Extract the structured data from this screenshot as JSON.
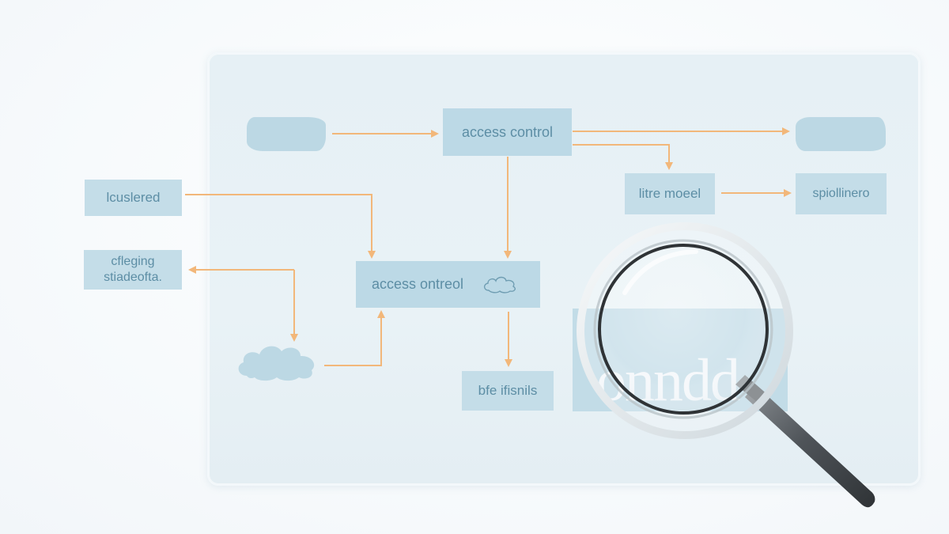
{
  "diagram": {
    "top_access_control": "access control",
    "center_access_control": "access ontreol",
    "left_node_1": "lcuslered",
    "left_node_2_line1": "cfleging",
    "left_node_2_line2": "stiadeofta.",
    "right_node_1": "litre moeel",
    "right_node_2": "spiollinero",
    "bottom_node": "bfe ifisnils",
    "magnified_text": "onndd"
  },
  "colors": {
    "board": "#e6f0f5",
    "node": "#c4dde8",
    "node_text": "#5d8ea5",
    "arrow": "#f2b77a"
  },
  "icons": {
    "cloud": "cloud-icon",
    "magnifier": "magnifying-glass-icon"
  }
}
